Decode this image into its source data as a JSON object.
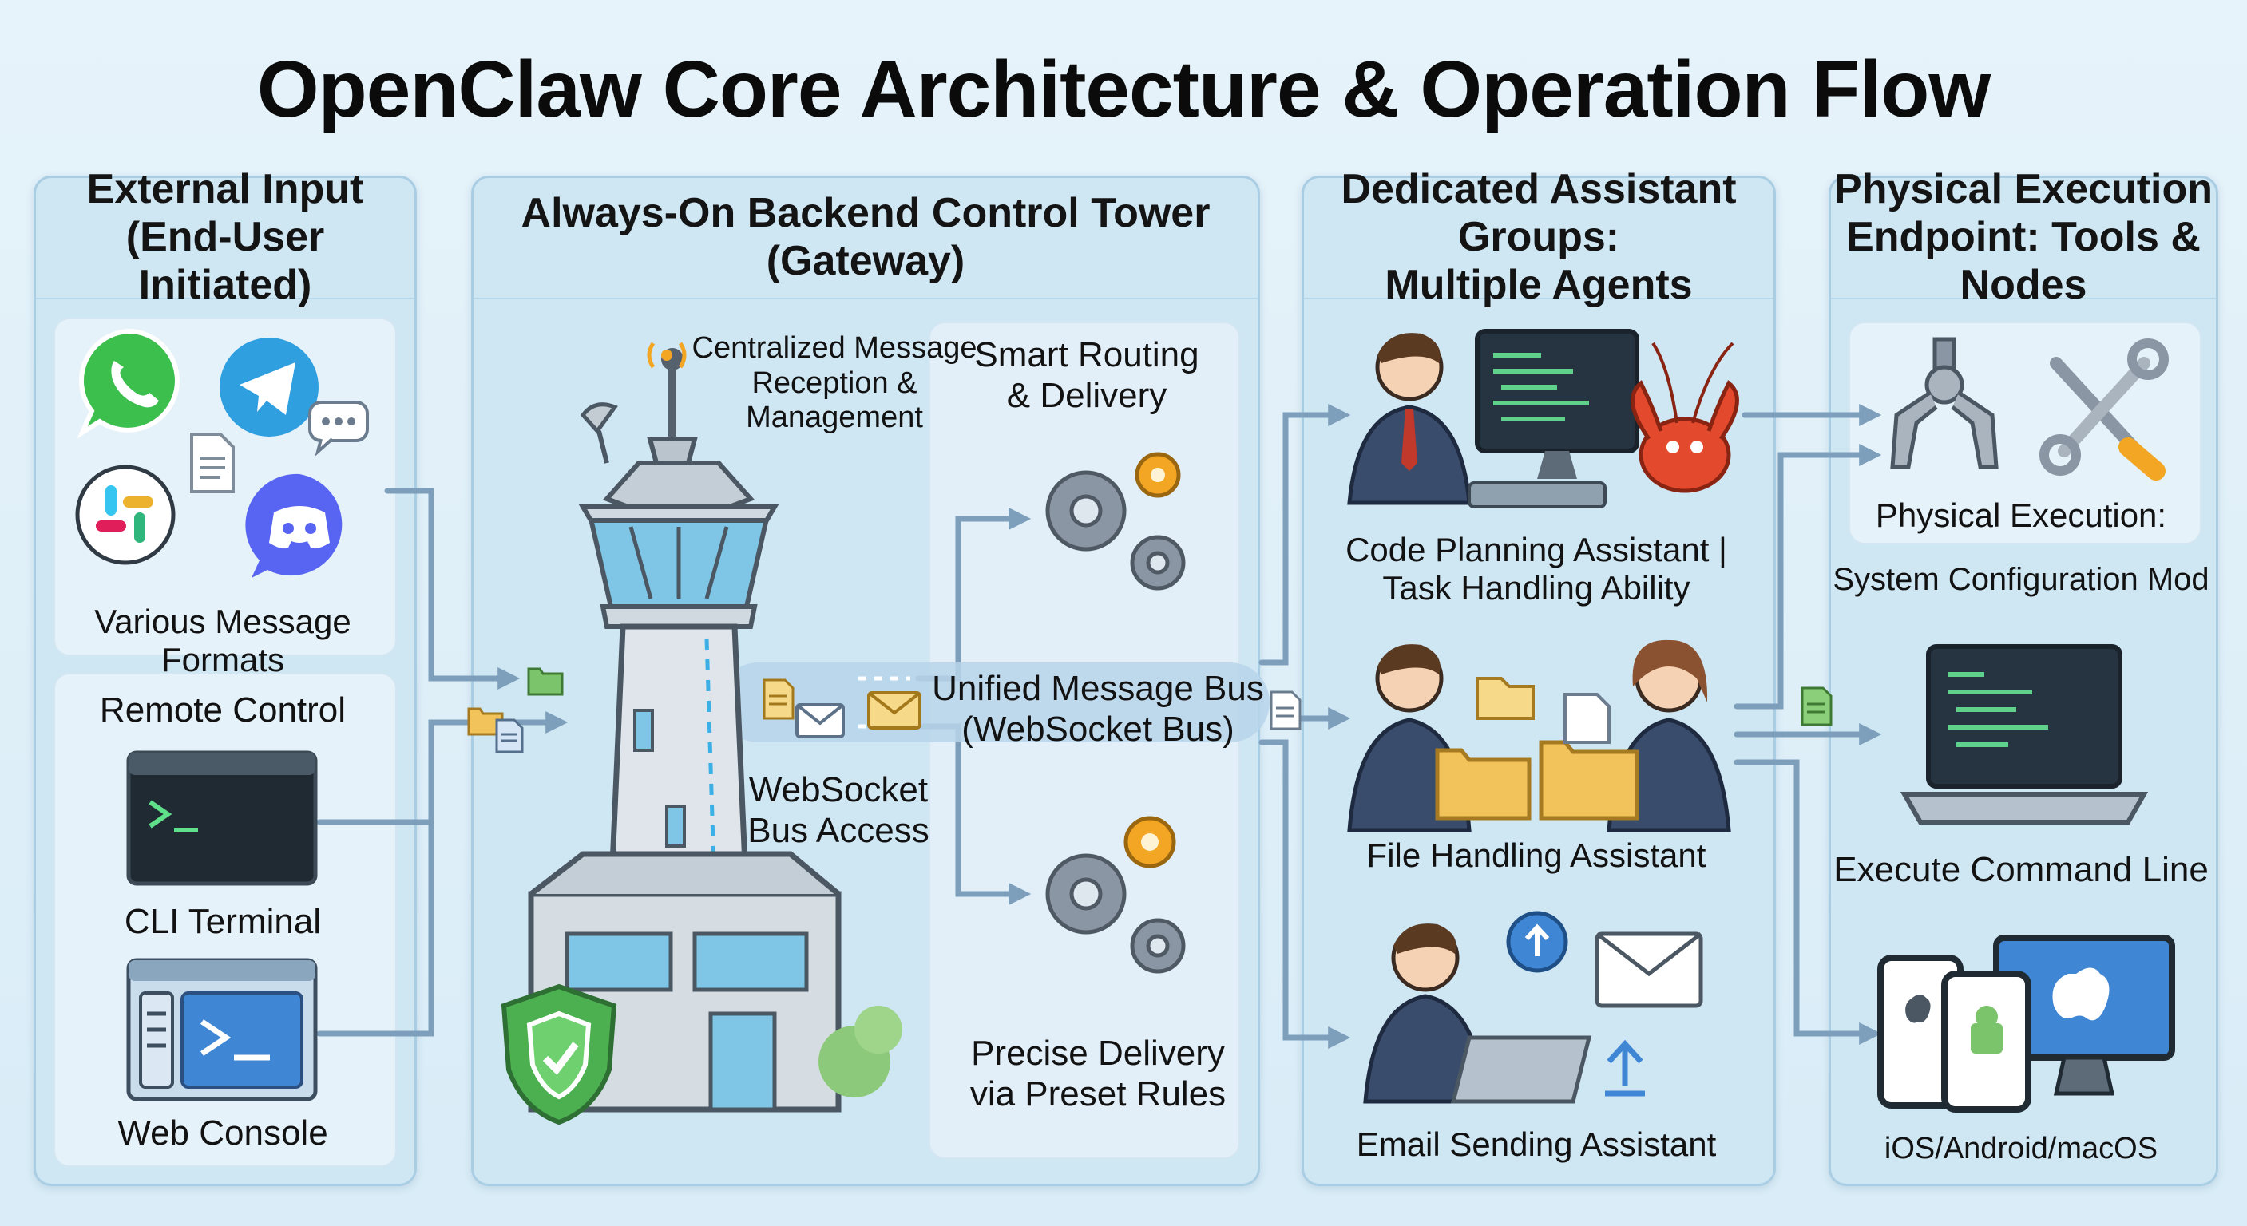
{
  "title": "OpenClaw Core Architecture & Operation Flow",
  "columns": {
    "input": {
      "heading": "External Input\n(End-User Initiated)",
      "messaging_caption": "Various Message Formats",
      "remote_title": "Remote Control",
      "cli_caption": "CLI Terminal",
      "web_caption": "Web Console",
      "icons": [
        "whatsapp-icon",
        "telegram-icon",
        "slack-icon",
        "discord-icon",
        "chat-bubble-icon",
        "document-icon"
      ]
    },
    "gateway": {
      "heading": "Always-On Backend Control Tower\n(Gateway)",
      "reception": "Centralized Message\nReception &\nManagement",
      "routing": "Smart Routing\n& Delivery",
      "bus": "Unified Message Bus\n(WebSocket Bus)",
      "bus_access": "WebSocket\nBus Access",
      "delivery": "Precise Delivery\nvia Preset Rules"
    },
    "agents": {
      "heading": "Dedicated Assistant Groups:\nMultiple Agents",
      "code": "Code Planning Assistant |\nTask Handling Ability",
      "file": "File Handling Assistant",
      "email": "Email Sending Assistant"
    },
    "execution": {
      "heading": "Physical Execution\nEndpoint: Tools & Nodes",
      "physical": "Physical Execution:",
      "system_config": "System Configuration Mod",
      "command": "Execute Command Line",
      "devices": "iOS/Android/macOS"
    }
  },
  "colors": {
    "panel": "#cfe6f3",
    "arrow": "#7d9fbc",
    "accent_blue": "#2f9fe0",
    "whatsapp": "#3cbf4d",
    "discord": "#5865f2",
    "shield": "#4caf50",
    "gear": "#8a96a3",
    "gear_orange": "#f2a624",
    "folder": "#f2c35a",
    "lobster": "#e34a2d"
  }
}
